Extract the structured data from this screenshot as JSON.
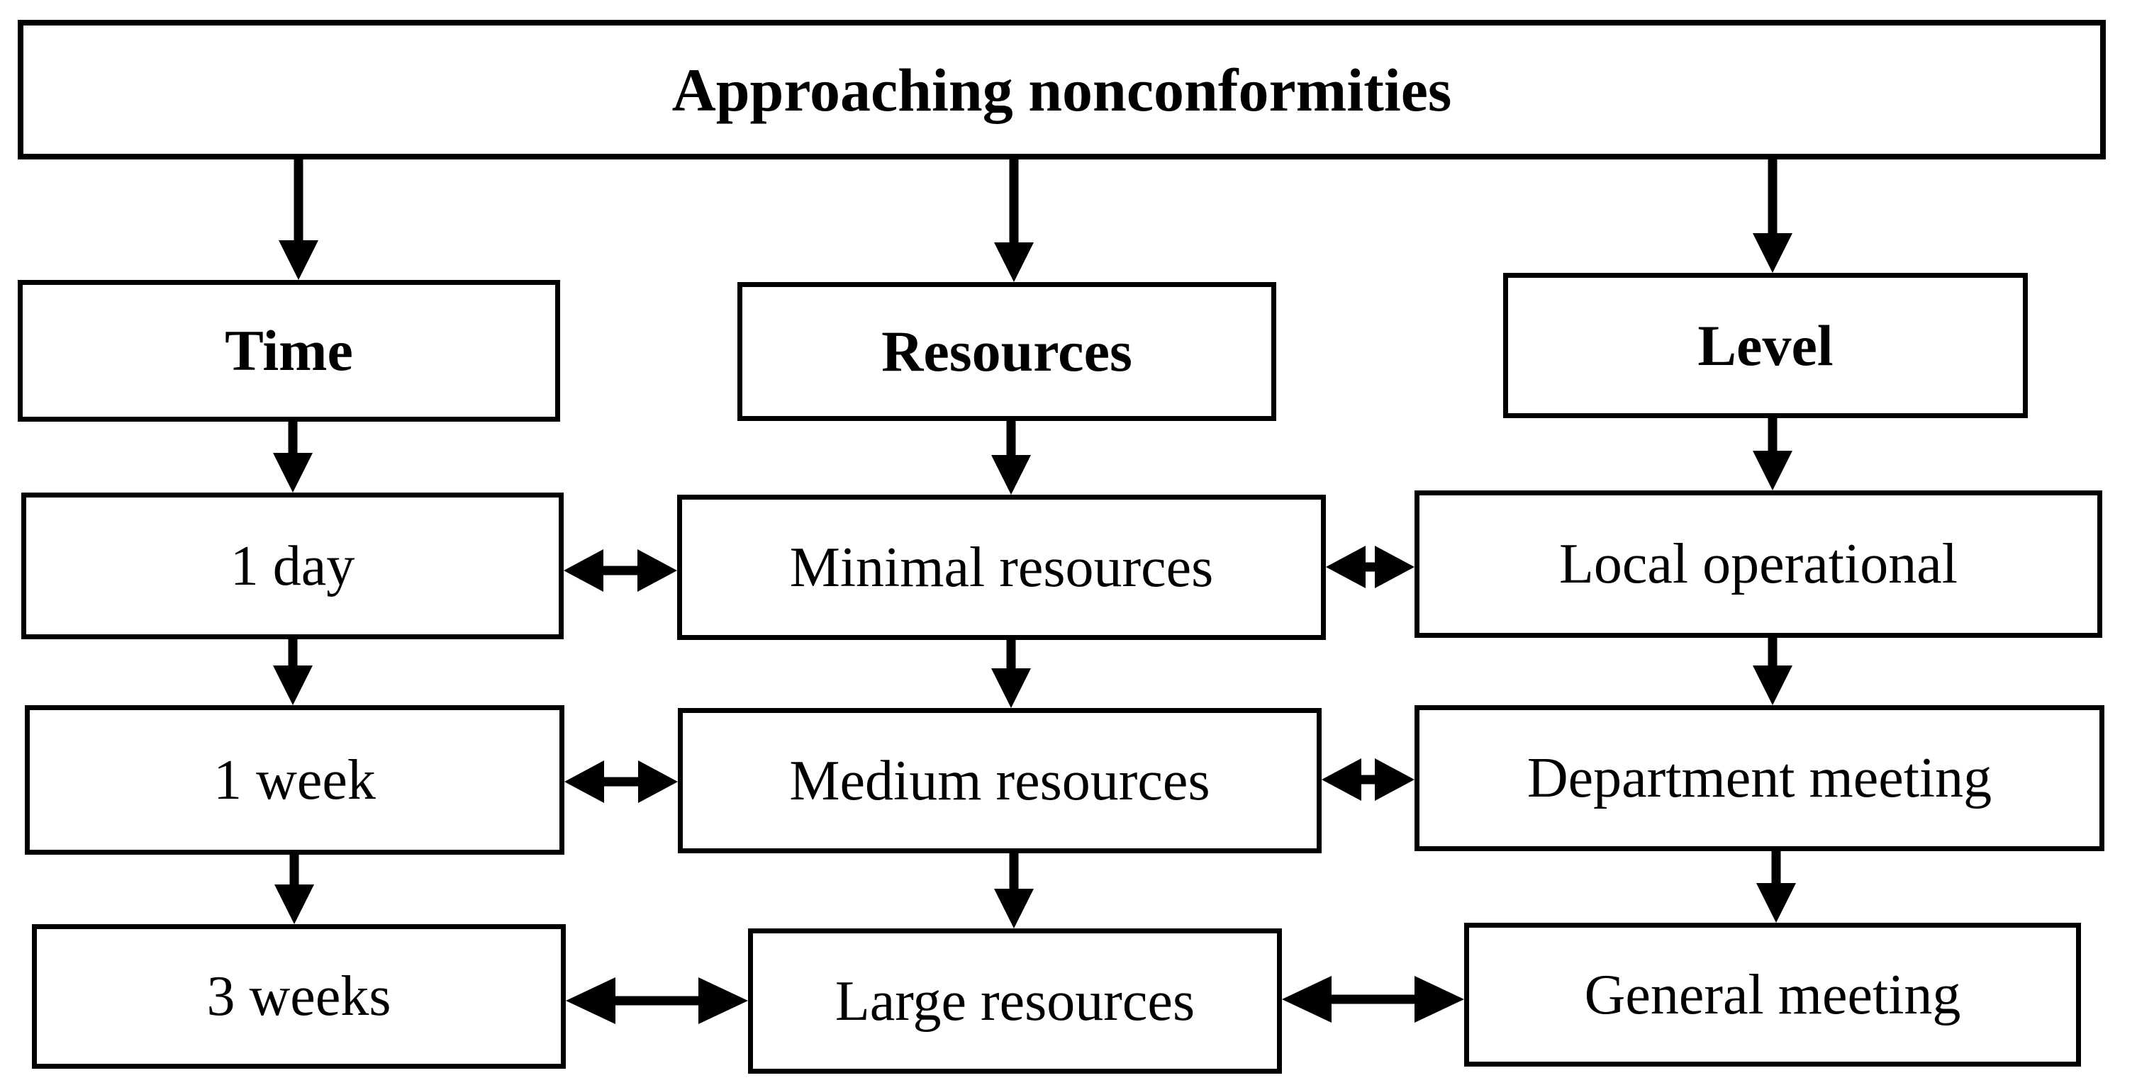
{
  "diagram": {
    "title": "Approaching nonconformities",
    "columns": [
      {
        "header": "Time",
        "items": [
          "1 day",
          "1 week",
          "3 weeks"
        ]
      },
      {
        "header": "Resources",
        "items": [
          "Minimal resources",
          "Medium resources",
          "Large resources"
        ]
      },
      {
        "header": "Level",
        "items": [
          "Local operational",
          "Department meeting",
          "General meeting"
        ]
      }
    ],
    "colors": {
      "box_border": "#000000",
      "background": "#ffffff",
      "text": "#000000",
      "arrow": "#000000"
    }
  }
}
